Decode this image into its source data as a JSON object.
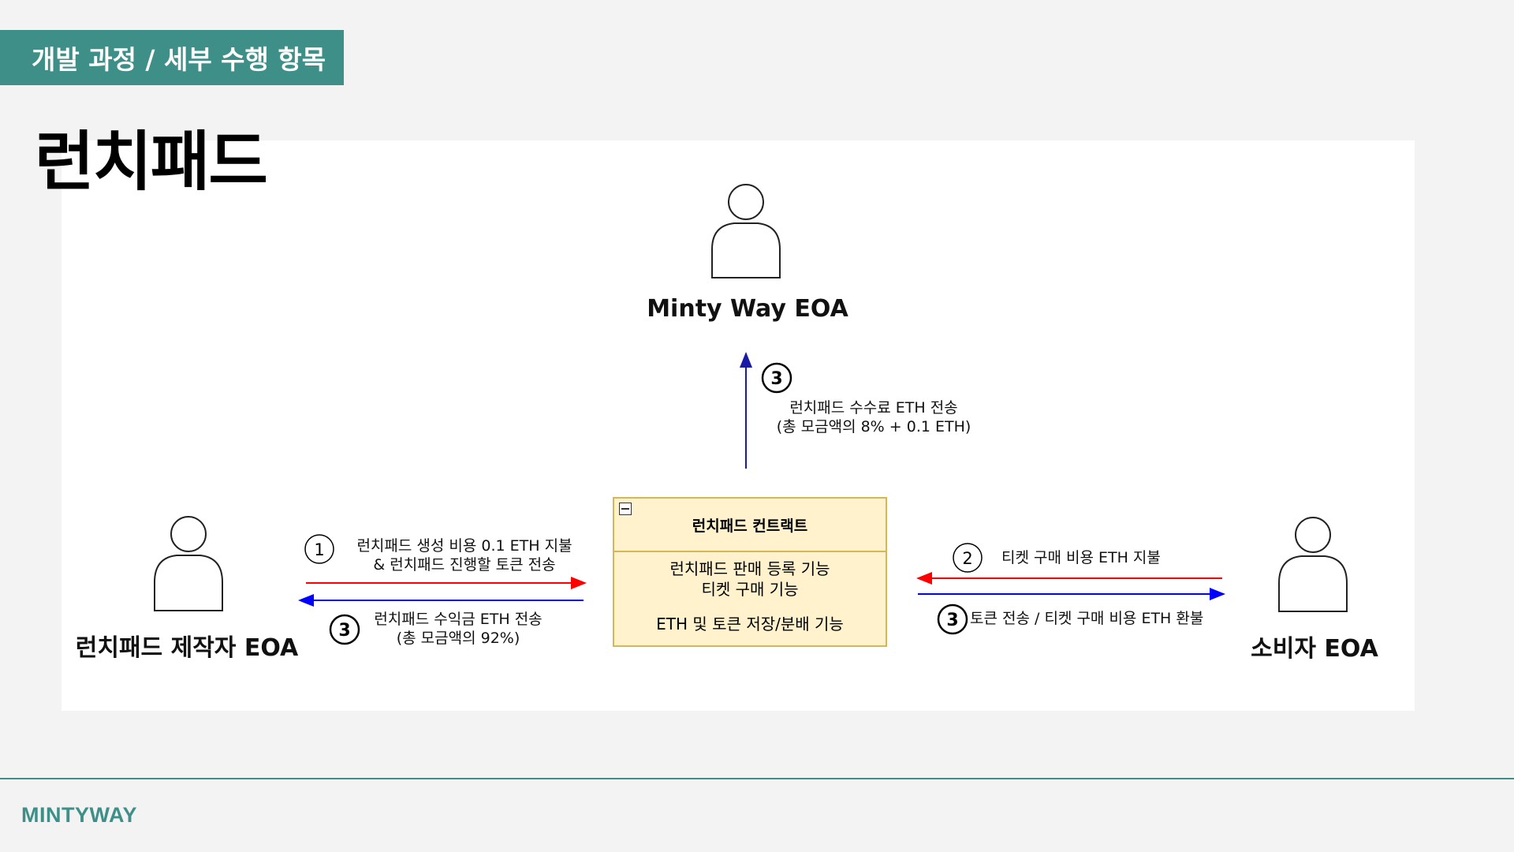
{
  "header": {
    "section_tag": "개발 과정 / 세부 수행 항목",
    "title": "런치패드"
  },
  "diagram": {
    "actors": {
      "top": "Minty Way EOA",
      "left": "런치패드 제작자 EOA",
      "right": "소비자 EOA"
    },
    "contract": {
      "title": "런치패드 컨트랙트",
      "line1": "런치패드 판매 등록 기능",
      "line2": "티켓 구매 기능",
      "line3": "ETH 및 토큰 저장/분배 기능"
    },
    "flows": {
      "top": {
        "step": "3",
        "line1": "런치패드 수수료 ETH 전송",
        "line2": "(총 모금액의 8% + 0.1 ETH)"
      },
      "left_out": {
        "step": "1",
        "line1": "런치패드 생성 비용 0.1 ETH 지불",
        "line2": "& 런치패드 진행할 토큰 전송"
      },
      "left_in": {
        "step": "3",
        "line1": "런치패드 수익금 ETH 전송",
        "line2": "(총 모금액의 92%)"
      },
      "right_out": {
        "step": "2",
        "line1": "티켓 구매 비용 ETH 지불"
      },
      "right_in": {
        "step": "3",
        "line1": "토큰 전송 / 티켓 구매 비용 ETH 환불"
      }
    },
    "colors": {
      "red_arrow": "#ff0000",
      "blue_arrow": "#0000ff",
      "box_fill": "#fff2cc",
      "box_border": "#d6b656"
    }
  },
  "footer": {
    "brand": "MINTYWAY"
  },
  "theme": {
    "accent": "#3f8f89"
  }
}
